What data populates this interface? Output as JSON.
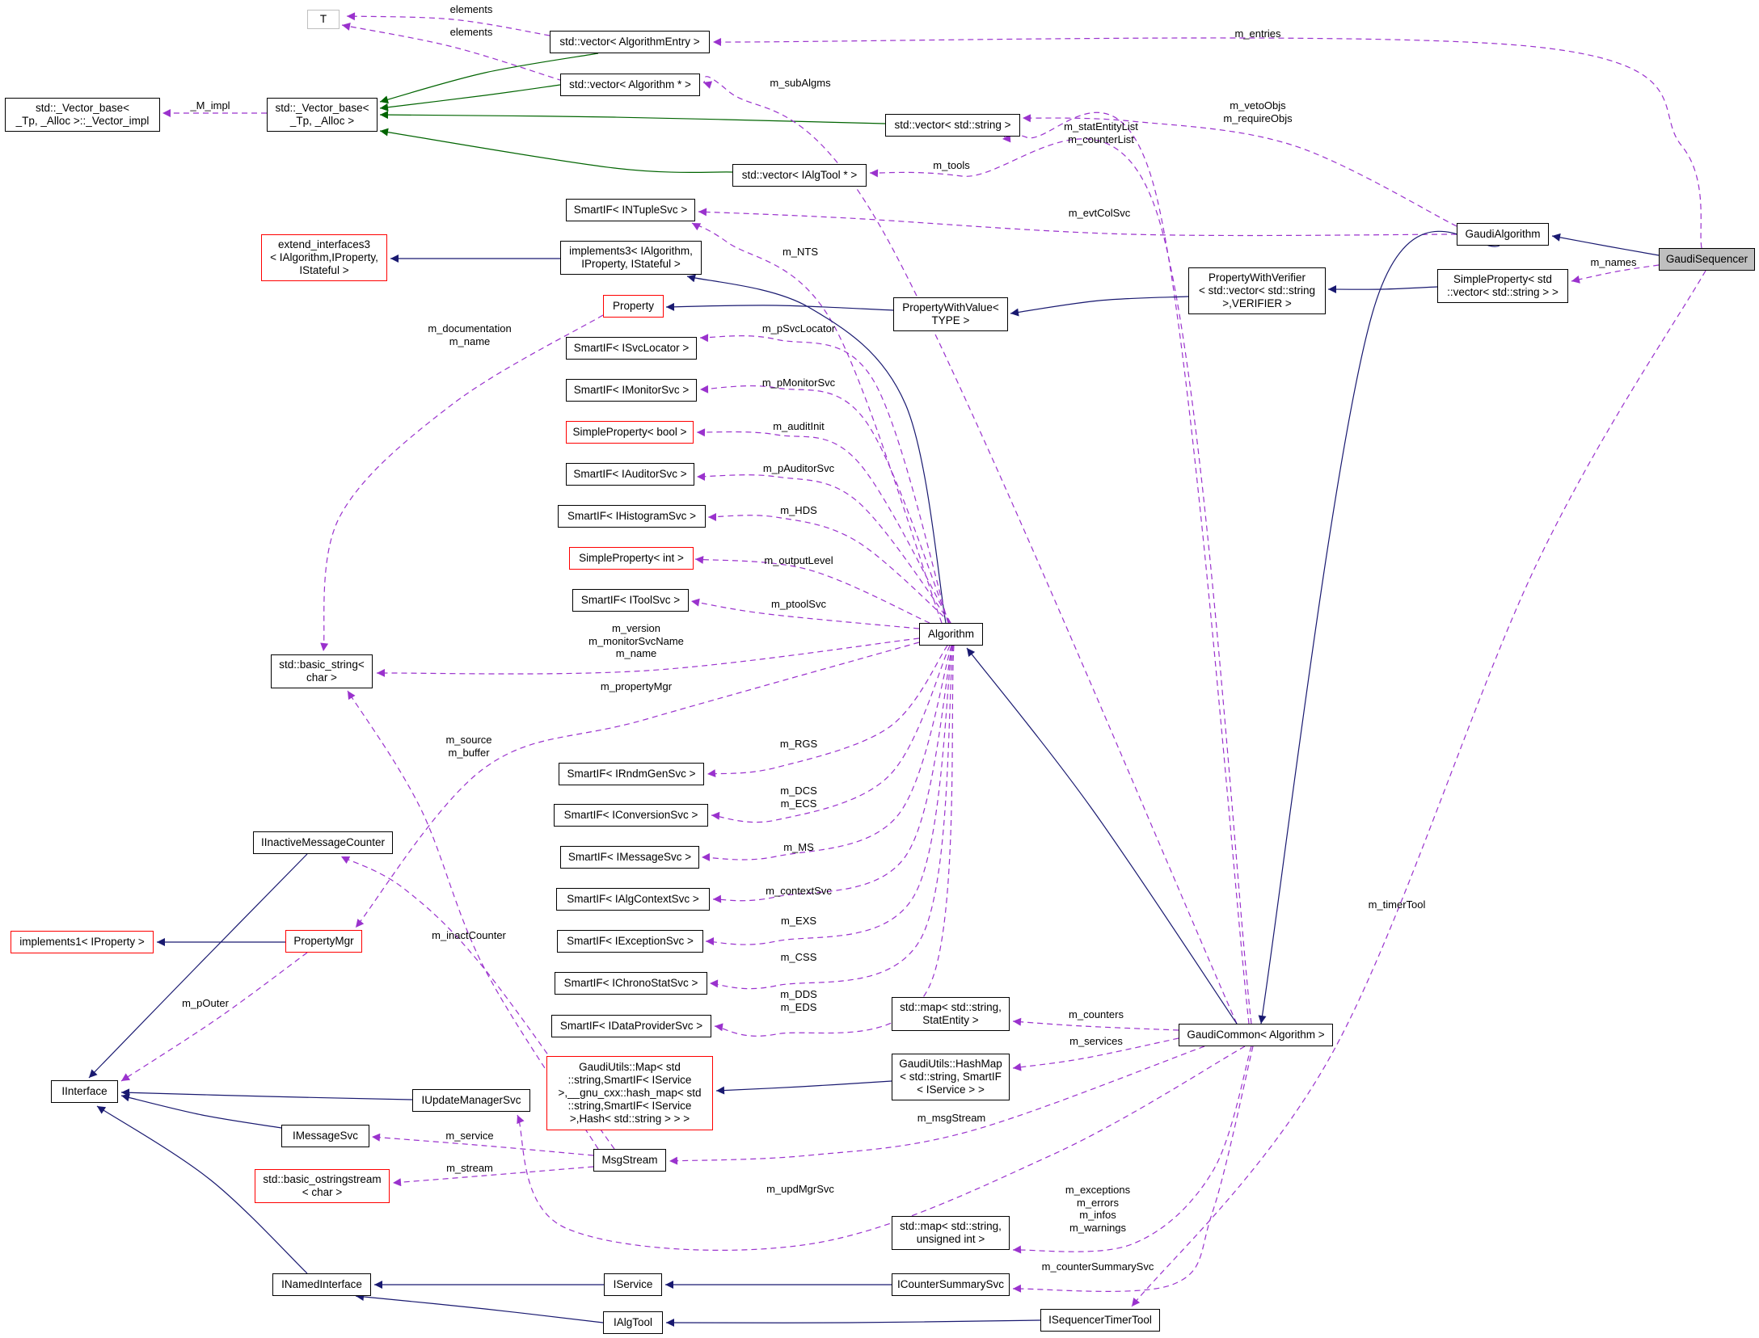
{
  "colors": {
    "inheritance": "#191970",
    "template": "#006400",
    "usage": "#9a32cd",
    "missing_def_border": "#ff0000",
    "template_param_border": "#bfbfbf",
    "focus_fill": "#bfbfbf"
  },
  "nodes": [
    {
      "id": "T",
      "label": "T",
      "style": "grey"
    },
    {
      "id": "vec_algentry",
      "label": "std::vector< AlgorithmEntry >",
      "style": "normal"
    },
    {
      "id": "vec_alg",
      "label": "std::vector< Algorithm * >",
      "style": "normal"
    },
    {
      "id": "vec_base_impl",
      "label": "std::_Vector_base<\n_Tp, _Alloc >::_Vector_impl",
      "style": "normal"
    },
    {
      "id": "vec_base",
      "label": "std::_Vector_base<\n_Tp, _Alloc >",
      "style": "normal"
    },
    {
      "id": "vec_string",
      "label": "std::vector< std::string >",
      "style": "normal"
    },
    {
      "id": "vec_algtool",
      "label": "std::vector< IAlgTool * >",
      "style": "normal"
    },
    {
      "id": "si_ntuple",
      "label": "SmartIF< INTupleSvc >",
      "style": "normal"
    },
    {
      "id": "gaudi_algorithm",
      "label": "GaudiAlgorithm",
      "style": "normal"
    },
    {
      "id": "gaudi_sequencer",
      "label": "GaudiSequencer",
      "style": "focus"
    },
    {
      "id": "extend_if3",
      "label": "extend_interfaces3\n< IAlgorithm,IProperty,\nIStateful >",
      "style": "red"
    },
    {
      "id": "impl3",
      "label": "implements3< IAlgorithm,\nIProperty, IStateful >",
      "style": "normal"
    },
    {
      "id": "prop_verifier",
      "label": "PropertyWithVerifier\n< std::vector< std::string\n>,VERIFIER >",
      "style": "normal"
    },
    {
      "id": "simple_prop_vec",
      "label": "SimpleProperty< std\n::vector< std::string > >",
      "style": "normal"
    },
    {
      "id": "property",
      "label": "Property",
      "style": "red"
    },
    {
      "id": "prop_value",
      "label": "PropertyWithValue<\nTYPE >",
      "style": "normal"
    },
    {
      "id": "si_svcloc",
      "label": "SmartIF< ISvcLocator >",
      "style": "normal"
    },
    {
      "id": "si_monitor",
      "label": "SmartIF< IMonitorSvc >",
      "style": "normal"
    },
    {
      "id": "sp_bool",
      "label": "SimpleProperty< bool >",
      "style": "red"
    },
    {
      "id": "si_auditor",
      "label": "SmartIF< IAuditorSvc >",
      "style": "normal"
    },
    {
      "id": "si_hist",
      "label": "SmartIF< IHistogramSvc >",
      "style": "normal"
    },
    {
      "id": "sp_int",
      "label": "SimpleProperty< int >",
      "style": "red"
    },
    {
      "id": "si_tool",
      "label": "SmartIF< IToolSvc >",
      "style": "normal"
    },
    {
      "id": "algorithm",
      "label": "Algorithm",
      "style": "normal"
    },
    {
      "id": "basic_string",
      "label": "std::basic_string<\nchar >",
      "style": "normal"
    },
    {
      "id": "si_rndm",
      "label": "SmartIF< IRndmGenSvc >",
      "style": "normal"
    },
    {
      "id": "si_conv",
      "label": "SmartIF< IConversionSvc >",
      "style": "normal"
    },
    {
      "id": "inactive_counter",
      "label": "IInactiveMessageCounter",
      "style": "normal"
    },
    {
      "id": "si_msg",
      "label": "SmartIF< IMessageSvc >",
      "style": "normal"
    },
    {
      "id": "si_ctx",
      "label": "SmartIF< IAlgContextSvc >",
      "style": "normal"
    },
    {
      "id": "impl1",
      "label": "implements1< IProperty >",
      "style": "red"
    },
    {
      "id": "prop_mgr",
      "label": "PropertyMgr",
      "style": "red"
    },
    {
      "id": "si_exc",
      "label": "SmartIF< IExceptionSvc >",
      "style": "normal"
    },
    {
      "id": "si_chrono",
      "label": "SmartIF< IChronoStatSvc >",
      "style": "normal"
    },
    {
      "id": "map_stat",
      "label": "std::map< std::string,\nStatEntity >",
      "style": "normal"
    },
    {
      "id": "si_dataprov",
      "label": "SmartIF< IDataProviderSvc >",
      "style": "normal"
    },
    {
      "id": "gaudi_common",
      "label": "GaudiCommon< Algorithm >",
      "style": "normal"
    },
    {
      "id": "gu_map",
      "label": "GaudiUtils::Map< std\n::string,SmartIF< IService\n>,__gnu_cxx::hash_map< std\n::string,SmartIF< IService\n>,Hash< std::string > > >",
      "style": "red"
    },
    {
      "id": "gu_hashmap",
      "label": "GaudiUtils::HashMap\n< std::string, SmartIF\n< IService > >",
      "style": "normal"
    },
    {
      "id": "iinterface",
      "label": "IInterface",
      "style": "normal"
    },
    {
      "id": "iupdate",
      "label": "IUpdateManagerSvc",
      "style": "normal"
    },
    {
      "id": "imessage",
      "label": "IMessageSvc",
      "style": "normal"
    },
    {
      "id": "msgstream",
      "label": "MsgStream",
      "style": "normal"
    },
    {
      "id": "ostringstream",
      "label": "std::basic_ostringstream\n< char >",
      "style": "red"
    },
    {
      "id": "map_uint",
      "label": "std::map< std::string,\nunsigned int >",
      "style": "normal"
    },
    {
      "id": "inamed",
      "label": "INamedInterface",
      "style": "normal"
    },
    {
      "id": "iservice",
      "label": "IService",
      "style": "normal"
    },
    {
      "id": "icounter",
      "label": "ICounterSummarySvc",
      "style": "normal"
    },
    {
      "id": "ialgtool",
      "label": "IAlgTool",
      "style": "normal"
    },
    {
      "id": "iseqtimer",
      "label": "ISequencerTimerTool",
      "style": "normal"
    }
  ],
  "edges": [
    {
      "from": "vec_algentry",
      "to": "T",
      "kind": "usage",
      "label": "elements"
    },
    {
      "from": "vec_alg",
      "to": "T",
      "kind": "usage",
      "label": "elements"
    },
    {
      "from": "vec_algentry",
      "to": "vec_base",
      "kind": "template",
      "label": ""
    },
    {
      "from": "vec_alg",
      "to": "vec_base",
      "kind": "template",
      "label": ""
    },
    {
      "from": "vec_string",
      "to": "vec_base",
      "kind": "template",
      "label": ""
    },
    {
      "from": "vec_algtool",
      "to": "vec_base",
      "kind": "template",
      "label": ""
    },
    {
      "from": "vec_base",
      "to": "vec_base_impl",
      "kind": "usage",
      "label": "_M_impl"
    },
    {
      "from": "gaudi_sequencer",
      "to": "vec_algentry",
      "kind": "usage",
      "label": "m_entries"
    },
    {
      "from": "gaudi_common",
      "to": "vec_alg",
      "kind": "usage",
      "label": "m_subAlgms"
    },
    {
      "from": "gaudi_algorithm",
      "to": "vec_string",
      "kind": "usage",
      "label": "m_vetoObjs\nm_requireObjs"
    },
    {
      "from": "gaudi_common",
      "to": "vec_string",
      "kind": "usage",
      "label": "m_statEntityList\nm_counterList"
    },
    {
      "from": "gaudi_common",
      "to": "vec_algtool",
      "kind": "usage",
      "label": "m_tools"
    },
    {
      "from": "gaudi_algorithm",
      "to": "si_ntuple",
      "kind": "usage",
      "label": "m_evtColSvc"
    },
    {
      "from": "algorithm",
      "to": "si_ntuple",
      "kind": "usage",
      "label": "m_NTS"
    },
    {
      "from": "gaudi_sequencer",
      "to": "gaudi_algorithm",
      "kind": "inherit",
      "label": ""
    },
    {
      "from": "gaudi_sequencer",
      "to": "simple_prop_vec",
      "kind": "usage",
      "label": "m_names"
    },
    {
      "from": "impl3",
      "to": "extend_if3",
      "kind": "inherit",
      "label": ""
    },
    {
      "from": "algorithm",
      "to": "impl3",
      "kind": "inherit",
      "label": ""
    },
    {
      "from": "simple_prop_vec",
      "to": "prop_verifier",
      "kind": "inherit",
      "label": ""
    },
    {
      "from": "prop_verifier",
      "to": "prop_value",
      "kind": "inherit",
      "label": ""
    },
    {
      "from": "prop_value",
      "to": "property",
      "kind": "inherit",
      "label": ""
    },
    {
      "from": "gaudi_algorithm",
      "to": "gaudi_common",
      "kind": "inherit",
      "label": ""
    },
    {
      "from": "gaudi_common",
      "to": "algorithm",
      "kind": "inherit",
      "label": ""
    },
    {
      "from": "property",
      "to": "basic_string",
      "kind": "usage",
      "label": "m_documentation\nm_name"
    },
    {
      "from": "algorithm",
      "to": "si_svcloc",
      "kind": "usage",
      "label": "m_pSvcLocator"
    },
    {
      "from": "algorithm",
      "to": "si_monitor",
      "kind": "usage",
      "label": "m_pMonitorSvc"
    },
    {
      "from": "algorithm",
      "to": "sp_bool",
      "kind": "usage",
      "label": "m_auditInit"
    },
    {
      "from": "algorithm",
      "to": "si_auditor",
      "kind": "usage",
      "label": "m_pAuditorSvc"
    },
    {
      "from": "algorithm",
      "to": "si_hist",
      "kind": "usage",
      "label": "m_HDS"
    },
    {
      "from": "algorithm",
      "to": "sp_int",
      "kind": "usage",
      "label": "m_outputLevel"
    },
    {
      "from": "algorithm",
      "to": "si_tool",
      "kind": "usage",
      "label": "m_ptoolSvc"
    },
    {
      "from": "algorithm",
      "to": "basic_string",
      "kind": "usage",
      "label": "m_version\nm_monitorSvcName\nm_name"
    },
    {
      "from": "algorithm",
      "to": "prop_mgr",
      "kind": "usage",
      "label": "m_propertyMgr"
    },
    {
      "from": "msgstream",
      "to": "basic_string",
      "kind": "usage",
      "label": "m_source\nm_buffer"
    },
    {
      "from": "algorithm",
      "to": "si_rndm",
      "kind": "usage",
      "label": "m_RGS"
    },
    {
      "from": "algorithm",
      "to": "si_conv",
      "kind": "usage",
      "label": "m_DCS\nm_ECS"
    },
    {
      "from": "algorithm",
      "to": "si_msg",
      "kind": "usage",
      "label": "m_MS"
    },
    {
      "from": "algorithm",
      "to": "si_ctx",
      "kind": "usage",
      "label": "m_contextSvc"
    },
    {
      "from": "algorithm",
      "to": "si_exc",
      "kind": "usage",
      "label": "m_EXS"
    },
    {
      "from": "algorithm",
      "to": "si_chrono",
      "kind": "usage",
      "label": "m_CSS"
    },
    {
      "from": "algorithm",
      "to": "si_dataprov",
      "kind": "usage",
      "label": "m_DDS\nm_EDS"
    },
    {
      "from": "msgstream",
      "to": "inactive_counter",
      "kind": "usage",
      "label": "m_inactCounter"
    },
    {
      "from": "prop_mgr",
      "to": "impl1",
      "kind": "inherit",
      "label": ""
    },
    {
      "from": "inactive_counter",
      "to": "iinterface",
      "kind": "inherit",
      "label": ""
    },
    {
      "from": "prop_mgr",
      "to": "iinterface",
      "kind": "usage",
      "label": "m_pOuter"
    },
    {
      "from": "gaudi_common",
      "to": "map_stat",
      "kind": "usage",
      "label": "m_counters"
    },
    {
      "from": "gaudi_common",
      "to": "gu_hashmap",
      "kind": "usage",
      "label": "m_services"
    },
    {
      "from": "gu_hashmap",
      "to": "gu_map",
      "kind": "inherit",
      "label": ""
    },
    {
      "from": "iupdate",
      "to": "iinterface",
      "kind": "inherit",
      "label": ""
    },
    {
      "from": "imessage",
      "to": "iinterface",
      "kind": "inherit",
      "label": ""
    },
    {
      "from": "inamed",
      "to": "iinterface",
      "kind": "inherit",
      "label": ""
    },
    {
      "from": "gaudi_common",
      "to": "msgstream",
      "kind": "usage",
      "label": "m_msgStream"
    },
    {
      "from": "msgstream",
      "to": "imessage",
      "kind": "usage",
      "label": "m_service"
    },
    {
      "from": "msgstream",
      "to": "ostringstream",
      "kind": "usage",
      "label": "m_stream"
    },
    {
      "from": "gaudi_common",
      "to": "iupdate",
      "kind": "usage",
      "label": "m_updMgrSvc"
    },
    {
      "from": "gaudi_common",
      "to": "map_uint",
      "kind": "usage",
      "label": "m_exceptions\nm_errors\nm_infos\nm_warnings"
    },
    {
      "from": "gaudi_common",
      "to": "icounter",
      "kind": "usage",
      "label": "m_counterSummarySvc"
    },
    {
      "from": "gaudi_sequencer",
      "to": "iseqtimer",
      "kind": "usage",
      "label": "m_timerTool"
    },
    {
      "from": "iservice",
      "to": "inamed",
      "kind": "inherit",
      "label": ""
    },
    {
      "from": "icounter",
      "to": "iservice",
      "kind": "inherit",
      "label": ""
    },
    {
      "from": "ialgtool",
      "to": "inamed",
      "kind": "inherit",
      "label": ""
    },
    {
      "from": "iseqtimer",
      "to": "ialgtool",
      "kind": "inherit",
      "label": ""
    }
  ]
}
